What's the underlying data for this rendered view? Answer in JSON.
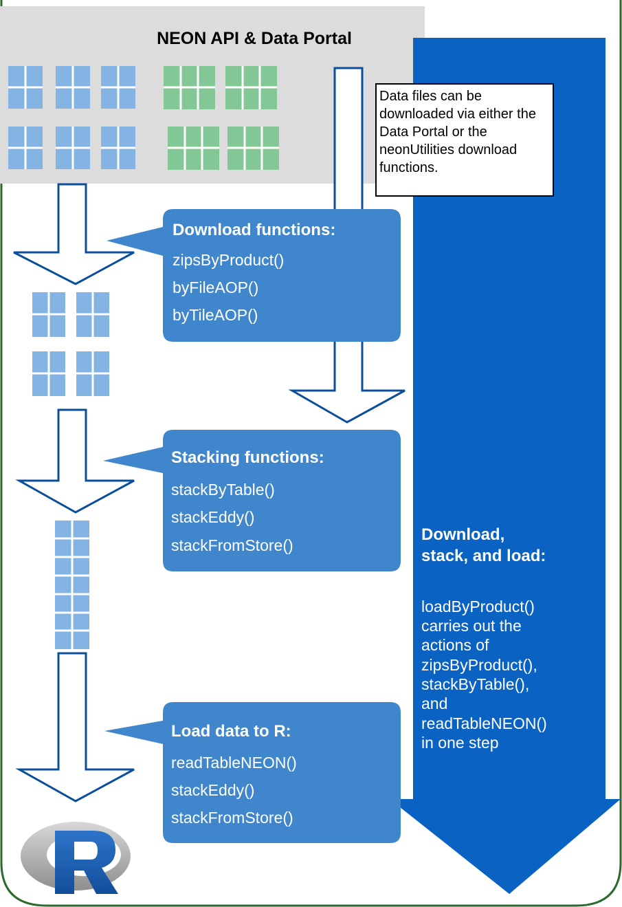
{
  "portal": {
    "title": "NEON API & Data Portal"
  },
  "note": {
    "text": "Data files can be downloaded via either the Data Portal or the neonUtilities download functions."
  },
  "callouts": [
    {
      "heading": "Download functions:",
      "items": [
        "zipsByProduct()",
        "byFileAOP()",
        "byTileAOP()"
      ]
    },
    {
      "heading": "Stacking functions:",
      "items": [
        "stackByTable()",
        "stackEddy()",
        "stackFromStore()"
      ]
    },
    {
      "heading": "Load data to R:",
      "items": [
        "readTableNEON()",
        "stackEddy()",
        "stackFromStore()"
      ]
    }
  ],
  "big_arrow": {
    "heading_line1": "Download,",
    "heading_line2": "stack, and load:",
    "body": [
      "loadByProduct()",
      "carries out the",
      "actions of",
      "zipsByProduct(),",
      "stackByTable(),",
      "and",
      "readTableNEON()",
      "in one step"
    ]
  },
  "logo": {
    "letter": "R"
  },
  "colors": {
    "portal_bg": "#dcdcdc",
    "callout": "#3f86cc",
    "big_arrow": "#0a62c3",
    "tile_blue": "#84b4e3",
    "tile_green": "#84c796",
    "frame": "#2b6a2b",
    "arrow_outline": "#0b4f9c"
  }
}
